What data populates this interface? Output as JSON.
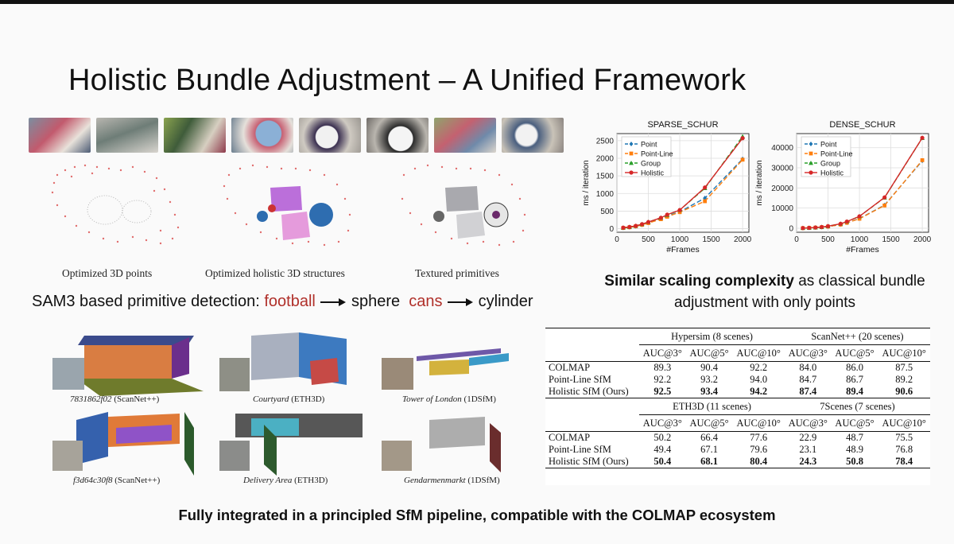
{
  "slide": {
    "title": "Holistic Bundle Adjustment – A Unified Framework",
    "captions_top": [
      "Optimized 3D points",
      "Optimized holistic 3D structures",
      "Textured primitives"
    ],
    "sam": {
      "prefix": "SAM3 based primitive detection: ",
      "word1": "football",
      "target1": "sphere",
      "word2": "cans",
      "target2": "cylinder"
    },
    "scaling": {
      "bold": "Similar scaling complexity",
      "rest": " as classical bundle adjustment with only points"
    },
    "recon_captions": [
      {
        "scene": "7831862f02",
        "dataset": "(ScanNet++)"
      },
      {
        "scene": "Courtyard",
        "dataset": "(ETH3D)"
      },
      {
        "scene": "Tower of London",
        "dataset": "(1DSfM)"
      },
      {
        "scene": "f3d64c30f8",
        "dataset": "(ScanNet++)"
      },
      {
        "scene": "Delivery Area",
        "dataset": "(ETH3D)"
      },
      {
        "scene": "Gendarmenmarkt",
        "dataset": "(1DSfM)"
      }
    ],
    "bottom_text": "Fully integrated in a principled SfM pipeline, compatible with the COLMAP ecosystem"
  },
  "table": {
    "blocks": [
      {
        "groups": [
          "Hypersim (8 scenes)",
          "ScanNet++ (20 scenes)"
        ],
        "metrics": [
          "AUC@3°",
          "AUC@5°",
          "AUC@10°",
          "AUC@3°",
          "AUC@5°",
          "AUC@10°"
        ],
        "rows": [
          {
            "method": "COLMAP",
            "values": [
              "89.3",
              "90.4",
              "92.2",
              "84.0",
              "86.0",
              "87.5"
            ]
          },
          {
            "method": "Point-Line SfM",
            "values": [
              "92.2",
              "93.2",
              "94.0",
              "84.7",
              "86.7",
              "89.2"
            ]
          },
          {
            "method": "Holistic SfM (Ours)",
            "values": [
              "92.5",
              "93.4",
              "94.2",
              "87.4",
              "89.4",
              "90.6"
            ],
            "bold": true
          }
        ]
      },
      {
        "groups": [
          "ETH3D (11 scenes)",
          "7Scenes (7 scenes)"
        ],
        "metrics": [
          "AUC@3°",
          "AUC@5°",
          "AUC@10°",
          "AUC@3°",
          "AUC@5°",
          "AUC@10°"
        ],
        "rows": [
          {
            "method": "COLMAP",
            "values": [
              "50.2",
              "66.4",
              "77.6",
              "22.9",
              "48.7",
              "75.5"
            ]
          },
          {
            "method": "Point-Line SfM",
            "values": [
              "49.4",
              "67.1",
              "79.6",
              "23.1",
              "48.9",
              "76.8"
            ]
          },
          {
            "method": "Holistic SfM (Ours)",
            "values": [
              "50.4",
              "68.1",
              "80.4",
              "24.3",
              "50.8",
              "78.4"
            ],
            "bold": true
          }
        ]
      }
    ]
  },
  "chart_data": [
    {
      "type": "line",
      "title": "SPARSE_SCHUR",
      "xlabel": "#Frames",
      "ylabel": "ms / iteration",
      "xlim": [
        0,
        2100
      ],
      "ylim": [
        -100,
        2700
      ],
      "xticks": [
        0,
        500,
        1000,
        1500,
        2000
      ],
      "yticks": [
        0,
        500,
        1000,
        1500,
        2000,
        2500
      ],
      "grid": true,
      "legend": "top-left",
      "x": [
        100,
        200,
        300,
        400,
        500,
        700,
        800,
        1000,
        1400,
        2000
      ],
      "series": [
        {
          "name": "Point",
          "color": "#1f77b4",
          "marker": "diamond",
          "dash": "6,3",
          "values": [
            20,
            40,
            70,
            110,
            170,
            280,
            360,
            480,
            870,
            1980
          ]
        },
        {
          "name": "Point-Line",
          "color": "#ff7f0e",
          "marker": "square",
          "dash": "6,3",
          "values": [
            20,
            40,
            70,
            110,
            160,
            270,
            340,
            470,
            780,
            1960
          ]
        },
        {
          "name": "Group",
          "color": "#2ca02c",
          "marker": "triangle",
          "dash": "6,3",
          "values": [
            30,
            50,
            80,
            130,
            190,
            310,
            390,
            530,
            1150,
            2620
          ]
        },
        {
          "name": "Holistic",
          "color": "#d62728",
          "marker": "circle",
          "dash": "",
          "values": [
            30,
            50,
            80,
            130,
            190,
            310,
            400,
            530,
            1170,
            2570
          ]
        }
      ]
    },
    {
      "type": "line",
      "title": "DENSE_SCHUR",
      "xlabel": "#Frames",
      "ylabel": "ms / iteration",
      "xlim": [
        0,
        2100
      ],
      "ylim": [
        -2000,
        47000
      ],
      "xticks": [
        0,
        500,
        1000,
        1500,
        2000
      ],
      "yticks": [
        0,
        10000,
        20000,
        30000,
        40000
      ],
      "grid": true,
      "legend": "top-left",
      "x": [
        100,
        200,
        300,
        400,
        500,
        700,
        800,
        1000,
        1400,
        2000
      ],
      "series": [
        {
          "name": "Point",
          "color": "#1f77b4",
          "marker": "diamond",
          "dash": "6,3",
          "values": [
            50,
            150,
            300,
            500,
            800,
            1800,
            2700,
            4800,
            11500,
            33500
          ]
        },
        {
          "name": "Point-Line",
          "color": "#ff7f0e",
          "marker": "square",
          "dash": "6,3",
          "values": [
            50,
            150,
            300,
            500,
            800,
            1800,
            2700,
            4700,
            11300,
            33800
          ]
        },
        {
          "name": "Group",
          "color": "#2ca02c",
          "marker": "triangle",
          "dash": "6,3",
          "values": [
            60,
            180,
            350,
            600,
            1000,
            2200,
            3300,
            5900,
            15200,
            44800
          ]
        },
        {
          "name": "Holistic",
          "color": "#d62728",
          "marker": "circle",
          "dash": "",
          "values": [
            60,
            180,
            350,
            600,
            1000,
            2200,
            3300,
            5900,
            15300,
            44900
          ]
        }
      ]
    }
  ]
}
